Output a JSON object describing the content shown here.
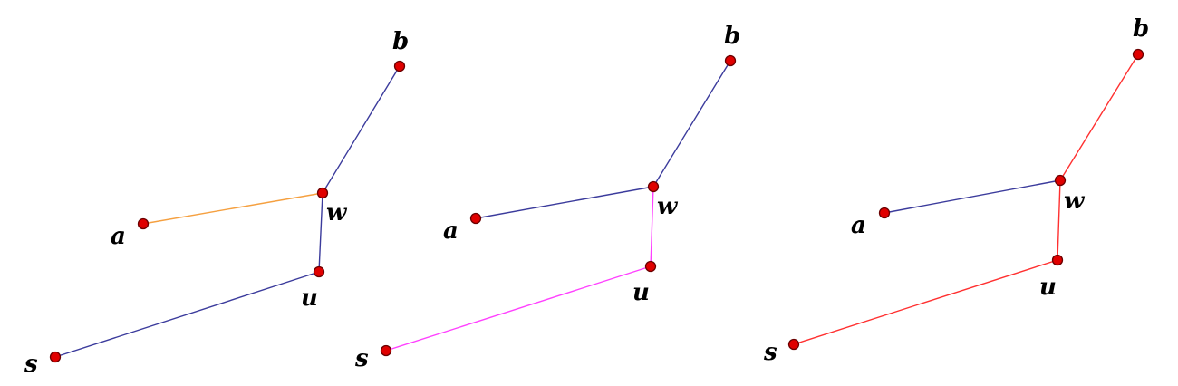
{
  "panels": [
    {
      "id": "panel-1",
      "labels": {
        "b": "b",
        "w": "w",
        "a": "a",
        "u": "u",
        "s": "s"
      },
      "edges": {
        "wb": {
          "color": "#3b3b9c"
        },
        "aw": {
          "color": "#f5a040"
        },
        "wu": {
          "color": "#3b3b9c"
        },
        "us": {
          "color": "#3b3b9c"
        }
      }
    },
    {
      "id": "panel-2",
      "labels": {
        "b": "b",
        "w": "w",
        "a": "a",
        "u": "u",
        "s": "s"
      },
      "edges": {
        "wb": {
          "color": "#3b3b9c"
        },
        "aw": {
          "color": "#3b3b9c"
        },
        "wu": {
          "color": "#ff40ff"
        },
        "us": {
          "color": "#ff40ff"
        }
      }
    },
    {
      "id": "panel-3",
      "labels": {
        "b": "b",
        "w": "w",
        "a": "a",
        "u": "u",
        "s": "s"
      },
      "edges": {
        "wb": {
          "color": "#ff3030"
        },
        "aw": {
          "color": "#3b3b9c"
        },
        "wu": {
          "color": "#ff3030"
        },
        "us": {
          "color": "#ff3030"
        }
      }
    }
  ],
  "colors": {
    "node_fill": "#e00000",
    "node_stroke": "#6a0000",
    "label": "#000000"
  }
}
